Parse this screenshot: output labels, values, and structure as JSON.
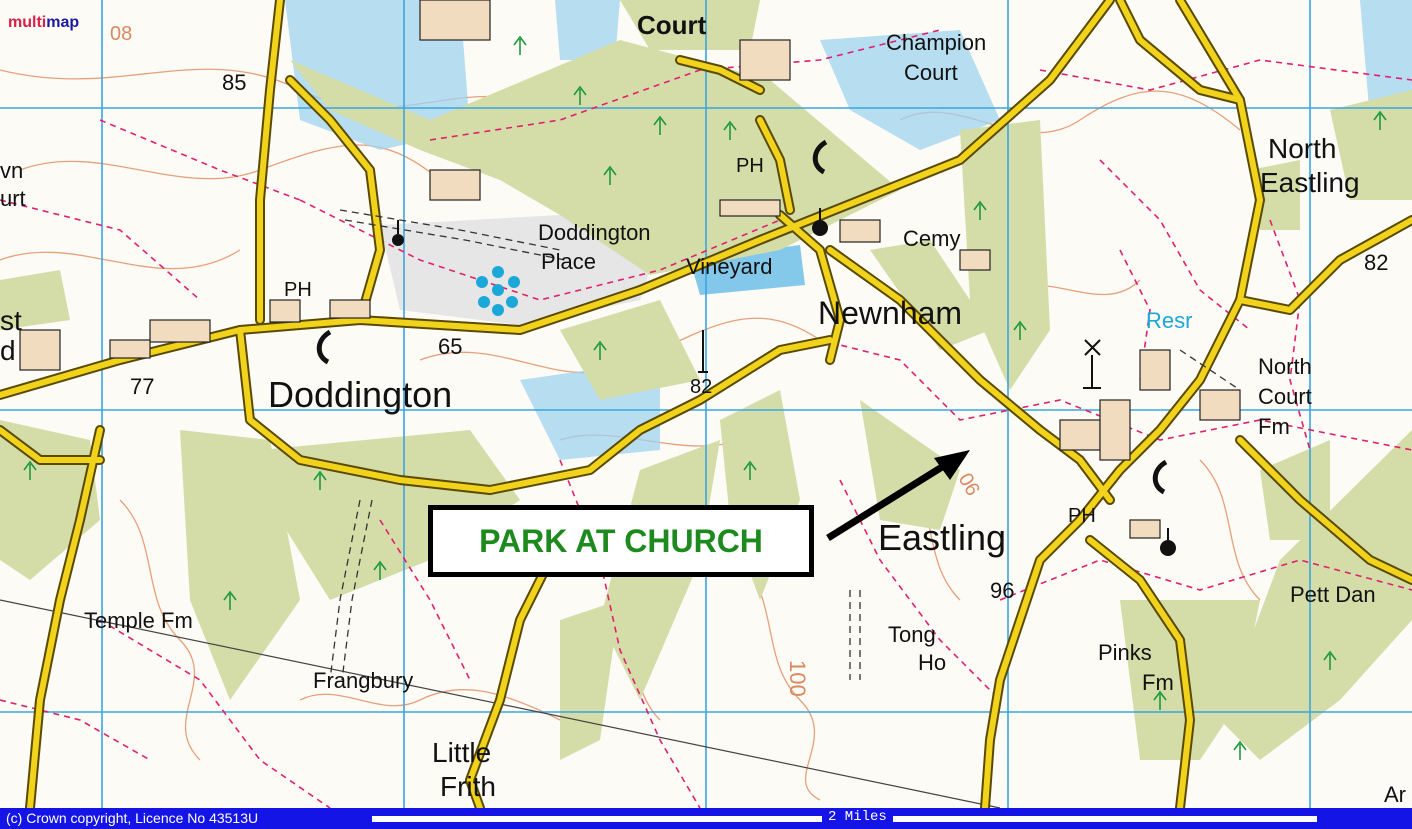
{
  "brand": {
    "part1": "multi",
    "part2": "map"
  },
  "callout": {
    "text": "PARK AT CHURCH"
  },
  "footer": {
    "copyright": "(c) Crown copyright, Licence No 43513U",
    "scale": "2 Miles"
  },
  "places": {
    "court": "Court",
    "champion1": "Champion",
    "champion2": "Court",
    "north_eastling1": "North",
    "north_eastling2": "Eastling",
    "doddington_place1": "Doddington",
    "doddington_place2": "Place",
    "vineyard": "Vineyard",
    "newnham": "Newnham",
    "cemy": "Cemy",
    "resr": "Resr",
    "north_court1": "North",
    "north_court2": "Court",
    "north_court3": "Fm",
    "doddington": "Doddington",
    "eastling": "Eastling",
    "temple_fm": "Temple Fm",
    "frangbury": "Frangbury",
    "tong1": "Tong",
    "tong2": "Ho",
    "pinks1": "Pinks",
    "pinks2": "Fm",
    "pett_dan": "Pett Dan",
    "little_frith1": "Little",
    "little_frith2": "Frith",
    "left_edge1": "vn",
    "left_edge2": "urt",
    "left_edge3": "st",
    "left_edge4": "d",
    "ar": "Ar"
  },
  "map_labels": {
    "ph1": "PH",
    "ph2": "PH",
    "ph3": "PH",
    "h85": "85",
    "h82a": "82",
    "h82b": "82",
    "h65": "65",
    "h77": "77",
    "h96": "96",
    "h100": "100",
    "h90": "06",
    "h08": "08"
  },
  "colors": {
    "road": "#f2d31c",
    "road_edge": "#5a4a00",
    "woodland": "#d4dca8",
    "water": "#1aa8d8",
    "grid": "#3aa6e0",
    "footpath": "#e0206e",
    "contour": "#e6a07a",
    "callout_text": "#1d8a1d",
    "footer": "#1414e6"
  }
}
